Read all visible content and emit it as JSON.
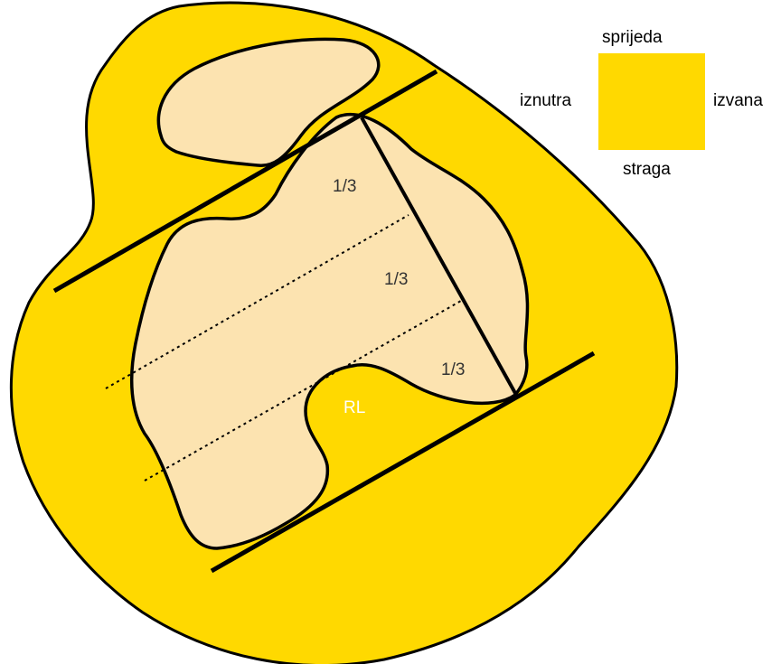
{
  "colors": {
    "outer_region": "#FFD900",
    "inner_region": "#FCE3B0",
    "stroke": "#000000",
    "legend_swatch": "#FFD900"
  },
  "legend": {
    "top": "sprijeda",
    "left": "iznutra",
    "right": "izvana",
    "bottom": "straga"
  },
  "diagram": {
    "third_labels": [
      "1/3",
      "1/3",
      "1/3"
    ],
    "rl_label": "RL"
  }
}
